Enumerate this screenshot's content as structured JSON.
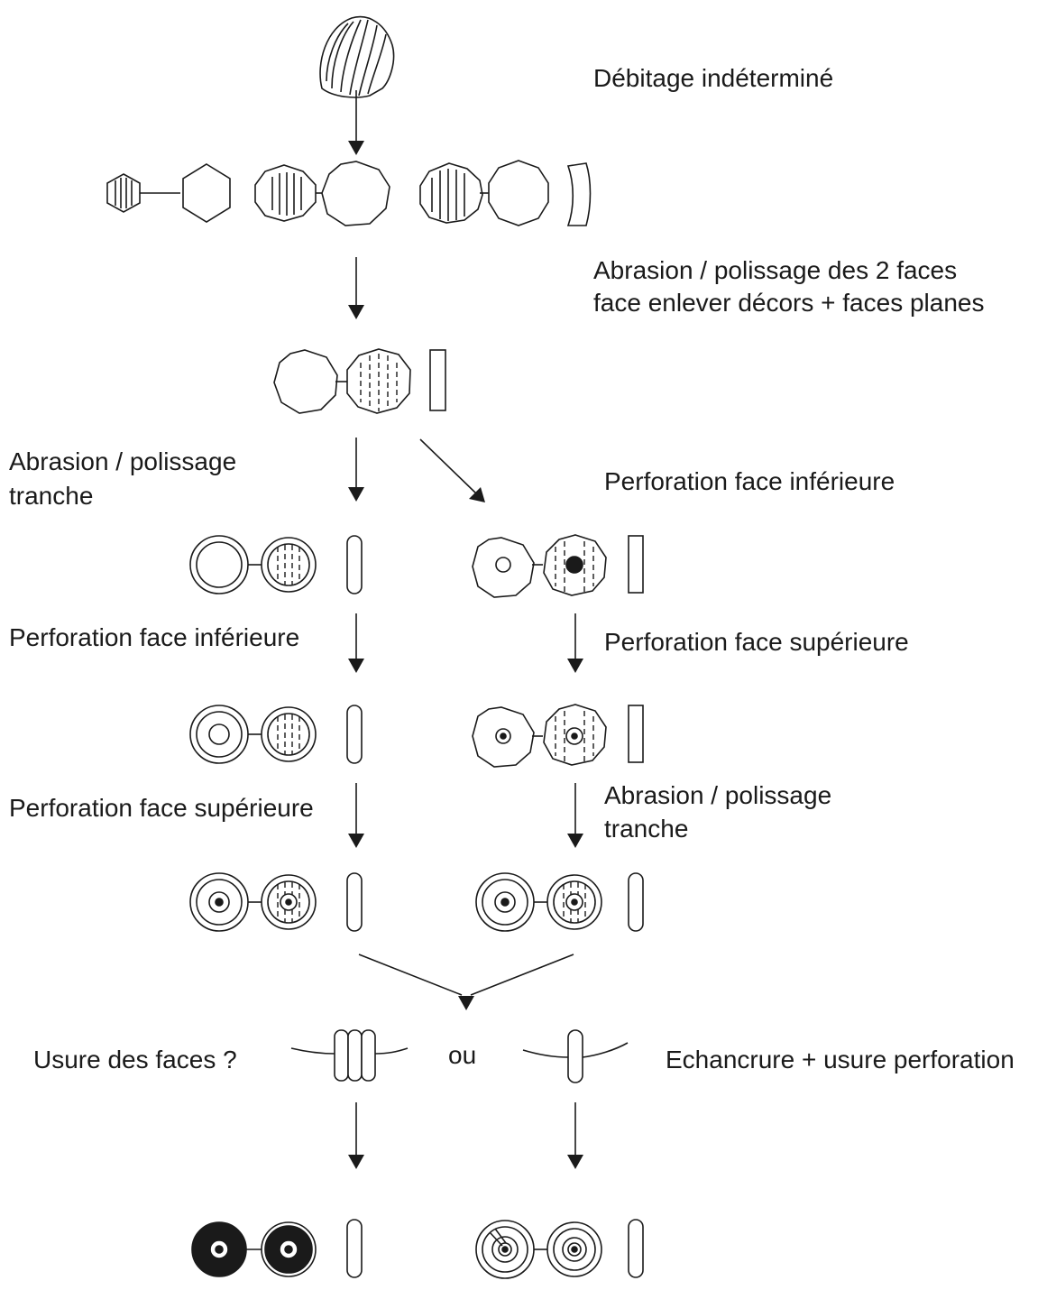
{
  "labels": {
    "debitage": "Débitage indéterminé",
    "abrasion_faces_1": "Abrasion / polissage des 2 faces",
    "abrasion_faces_2": "face enlever décors + faces planes",
    "left_abrasion_1": "Abrasion / polissage",
    "left_abrasion_2": "tranche",
    "right_perf_inf": "Perforation face inférieure",
    "left_perf_inf": "Perforation face inférieure",
    "right_perf_sup": "Perforation face supérieure",
    "left_perf_sup": "Perforation face supérieure",
    "right_abrasion_1": "Abrasion / polissage",
    "right_abrasion_2": "tranche",
    "usure": "Usure des faces ?",
    "ou": "ou",
    "echancrure": "Echancrure + usure perforation"
  }
}
